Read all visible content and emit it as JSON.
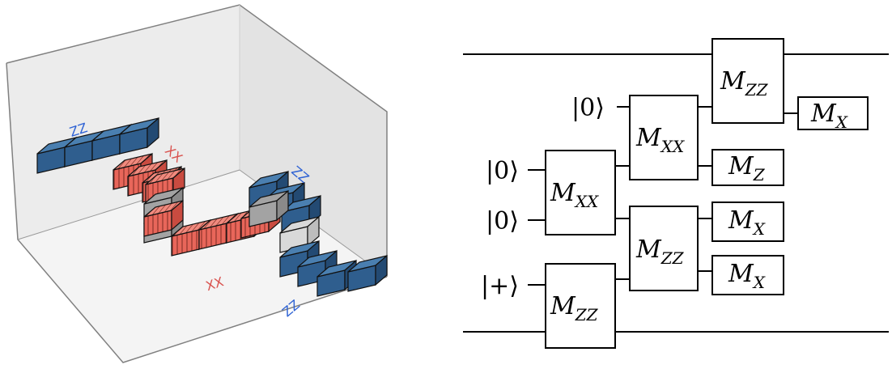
{
  "left_panel": {
    "tags": [
      {
        "id": "zz1",
        "text": "ZZ",
        "color": "#2e62d4"
      },
      {
        "id": "xx1",
        "text": "XX",
        "color": "#d9534f"
      },
      {
        "id": "zz2",
        "text": "ZZ",
        "color": "#2e62d4"
      },
      {
        "id": "xx2",
        "text": "XX",
        "color": "#d9534f"
      },
      {
        "id": "zz3",
        "text": "ZZ",
        "color": "#2e62d4"
      }
    ],
    "colors": {
      "blue_top": "#4a7fb0",
      "blue_front": "#2f5e8e",
      "blue_side": "#234a73",
      "red_top": "#f08a7e",
      "red_front": "#e8665a",
      "red_side": "#c94b40",
      "grey": "#a3a3a3",
      "light_grey": "#d9d9d9",
      "pane": "#ededed"
    }
  },
  "circuit": {
    "inputs": [
      {
        "id": "in0",
        "text": "|0⟩"
      },
      {
        "id": "in1",
        "text": "|0⟩"
      },
      {
        "id": "in2",
        "text": "|0⟩"
      },
      {
        "id": "in3",
        "text": "|+⟩"
      }
    ],
    "gates": [
      {
        "id": "g_mzz_top",
        "base": "M",
        "sub": "ZZ"
      },
      {
        "id": "g_mx_top",
        "base": "M",
        "sub": "X"
      },
      {
        "id": "g_mxx_mid",
        "base": "M",
        "sub": "XX"
      },
      {
        "id": "g_mz",
        "base": "M",
        "sub": "Z"
      },
      {
        "id": "g_mxx_left",
        "base": "M",
        "sub": "XX"
      },
      {
        "id": "g_mx_a",
        "base": "M",
        "sub": "X"
      },
      {
        "id": "g_mzz_mid",
        "base": "M",
        "sub": "ZZ"
      },
      {
        "id": "g_mx_b",
        "base": "M",
        "sub": "X"
      },
      {
        "id": "g_mzz_bot",
        "base": "M",
        "sub": "ZZ"
      }
    ]
  }
}
